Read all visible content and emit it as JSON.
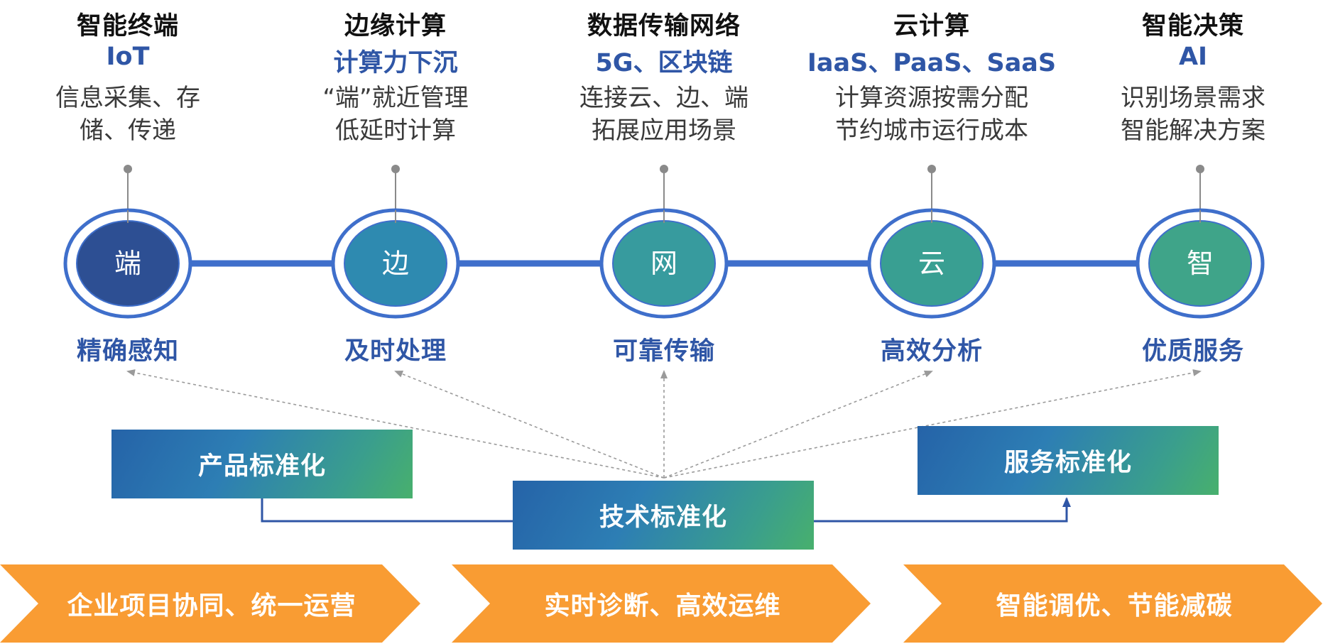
{
  "colors": {
    "node_ring": "#3f6fcb",
    "connector": "#3f6fcb",
    "title_text": "#111111",
    "blue_text": "#2f56a6",
    "band_orange": "#f99c33",
    "node_fills": [
      "#2d4f93",
      "#2e8ab0",
      "#379b9e",
      "#399f92",
      "#3fa489"
    ]
  },
  "stages": [
    {
      "title": "智能终端",
      "tech": "IoT",
      "desc": [
        "信息采集、存",
        "储、传递"
      ],
      "node": "端",
      "outcome": "精确感知"
    },
    {
      "title": "边缘计算",
      "tech": "计算力下沉",
      "desc": [
        "“端”就近管理",
        "低延时计算"
      ],
      "node": "边",
      "outcome": "及时处理"
    },
    {
      "title": "数据传输网络",
      "tech": "5G、区块链",
      "desc": [
        "连接云、边、端",
        "拓展应用场景"
      ],
      "node": "网",
      "outcome": "可靠传输"
    },
    {
      "title": "云计算",
      "tech": "IaaS、PaaS、SaaS",
      "desc": [
        "计算资源按需分配",
        "节约城市运行成本"
      ],
      "node": "云",
      "outcome": "高效分析"
    },
    {
      "title": "智能决策",
      "tech": "AI",
      "desc": [
        "识别场景需求",
        "智能解决方案"
      ],
      "node": "智",
      "outcome": "优质服务"
    }
  ],
  "standardization": {
    "product": "产品标准化",
    "technology": "技术标准化",
    "service": "服务标准化"
  },
  "bands": [
    "企业项目协同、统一运营",
    "实时诊断、高效运维",
    "智能调优、节能减碳"
  ]
}
